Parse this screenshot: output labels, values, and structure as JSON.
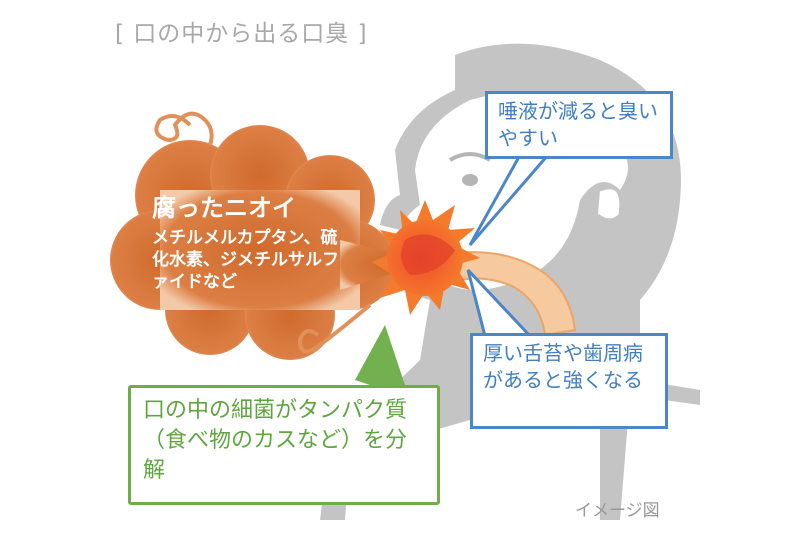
{
  "title": "[ 口の中から出る口臭 ]",
  "cloud": {
    "heading": "腐ったニオイ",
    "body": "メチルメルカプタン、硫化水素、ジメチルサルファイドなど"
  },
  "callouts": {
    "saliva": "唾液が減ると臭いやすい",
    "tongue": "厚い舌苔や歯周病があると強くなる",
    "bacteria": "口の中の細菌がタンパク質（食べ物のカスなど）を分解"
  },
  "caption": "イメージ図",
  "colors": {
    "cloud": "#d9763a",
    "burst": "#f0542a",
    "callout_blue": "#4a86c8",
    "callout_green": "#6fad4b",
    "head_gray": "#c4c4c4"
  }
}
